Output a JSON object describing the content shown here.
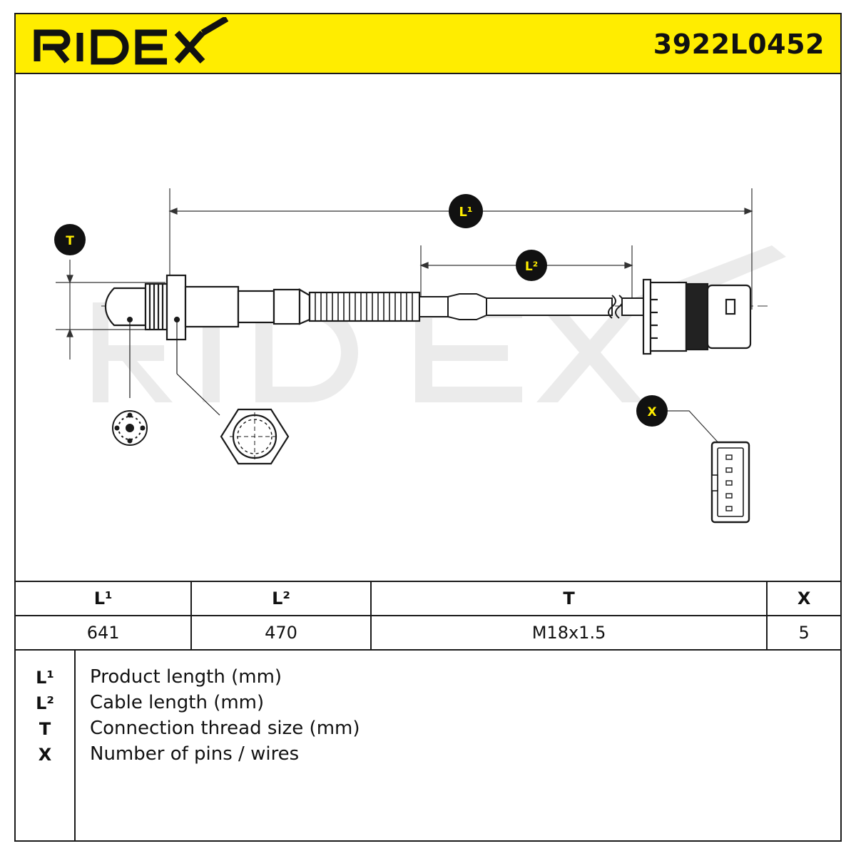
{
  "header": {
    "brand": "RIDEX",
    "part_number": "3922L0452"
  },
  "diagram": {
    "watermark": "RIDEX",
    "labels": {
      "l1": "L¹",
      "l2": "L²",
      "t": "T",
      "x": "X"
    },
    "colors": {
      "header_yellow": "#ffed00",
      "label_circle": "#111111",
      "label_text": "#ffed00",
      "watermark": "#e8e8e8"
    }
  },
  "spec_table": {
    "headers": [
      "L¹",
      "L²",
      "T",
      "X"
    ],
    "values": [
      "641",
      "470",
      "M18x1.5",
      "5"
    ]
  },
  "legend": [
    {
      "key": "L¹",
      "text": "Product length (mm)"
    },
    {
      "key": "L²",
      "text": "Cable length (mm)"
    },
    {
      "key": "T",
      "text": "Connection thread size (mm)"
    },
    {
      "key": "X",
      "text": "Number of pins / wires"
    }
  ]
}
